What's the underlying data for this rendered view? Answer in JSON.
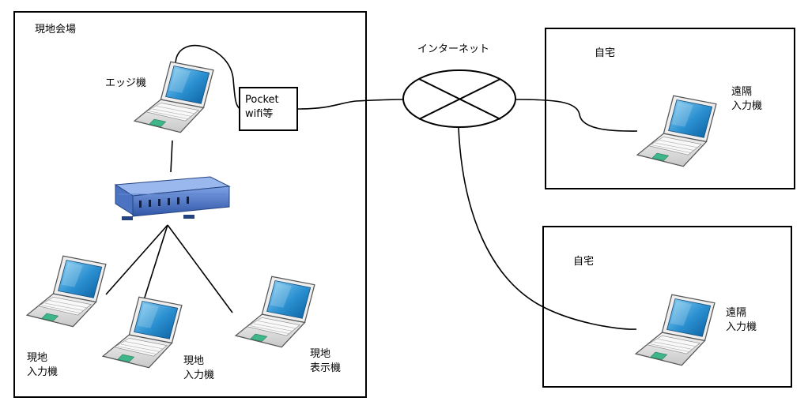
{
  "site": {
    "label": "現地会場",
    "edge_label": "エッジ機",
    "pocket_label": "Pocket\nwifi等",
    "clients": [
      {
        "label": "現地\n入力機"
      },
      {
        "label": "現地\n入力機"
      },
      {
        "label": "現地\n表示機"
      }
    ]
  },
  "internet": {
    "label": "インターネット"
  },
  "homes": [
    {
      "label": "自宅",
      "device_label": "遠隔\n入力機"
    },
    {
      "label": "自宅",
      "device_label": "遠隔\n入力機"
    }
  ],
  "colors": {
    "line": "#000000",
    "screen": "#1f86c8",
    "screen_light": "#6cc3ef",
    "laptop_body": "#d9d9d9",
    "keyboard": "#f2f2f2",
    "trackpad": "#3fb58a",
    "router": "#3a66b8"
  },
  "icons": {
    "laptop": "laptop-icon",
    "router": "router-icon",
    "internet": "internet-cloud-icon"
  }
}
